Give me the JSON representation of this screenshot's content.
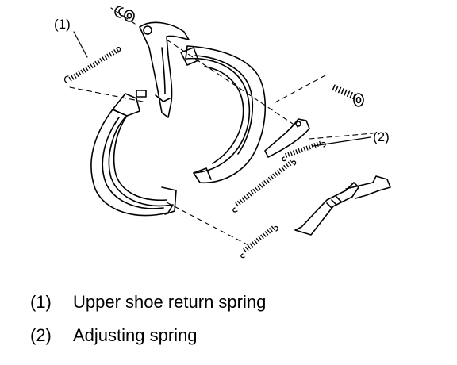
{
  "callouts": [
    {
      "num": "(1)",
      "label": "Upper shoe return spring"
    },
    {
      "num": "(2)",
      "label": "Adjusting spring"
    }
  ]
}
